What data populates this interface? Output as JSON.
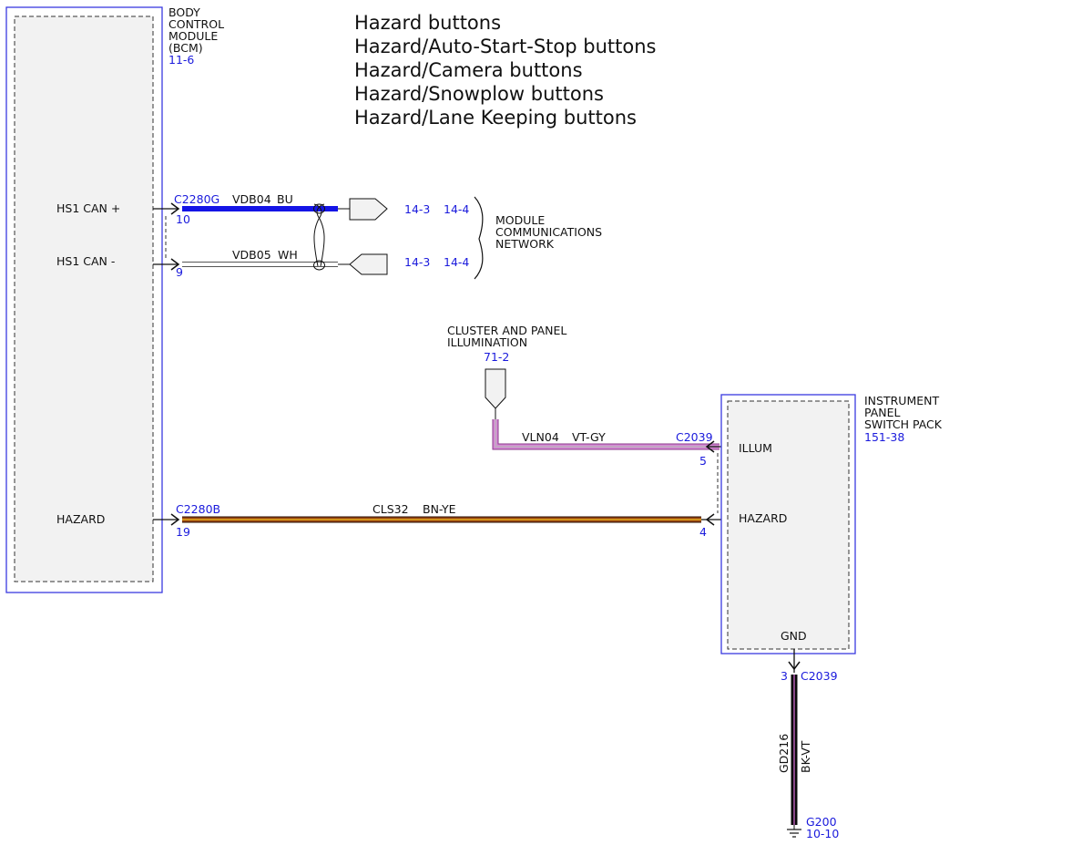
{
  "titles": [
    "Hazard buttons",
    "Hazard/Auto-Start-Stop buttons",
    "Hazard/Camera buttons",
    "Hazard/Snowplow buttons",
    "Hazard/Lane Keeping buttons"
  ],
  "bcm": {
    "name_lines": [
      "BODY",
      "CONTROL",
      "MODULE",
      "(BCM)"
    ],
    "ref": "11-6",
    "pins": {
      "can_plus": "HS1 CAN +",
      "can_minus": "HS1 CAN -",
      "hazard": "HAZARD"
    }
  },
  "connectors": {
    "c2280g": "C2280G",
    "c2280b": "C2280B",
    "c2039_illum": "C2039",
    "c2039_gnd": "C2039"
  },
  "pin_numbers": {
    "can_plus": "10",
    "can_minus": "9",
    "hazard_bcm": "19",
    "illum": "5",
    "hazard_ipsp": "4",
    "gnd": "3"
  },
  "wires": {
    "vdb04": {
      "circuit": "VDB04",
      "color_code": "BU",
      "color": "#1414e6"
    },
    "vdb05": {
      "circuit": "VDB05",
      "color_code": "WH",
      "color": "#ffffff"
    },
    "vln04": {
      "circuit": "VLN04",
      "color_code": "VT-GY",
      "color": "#cc66cc",
      "stripe": "#b0b0b0"
    },
    "cls32": {
      "circuit": "CLS32",
      "color_code": "BN-YE",
      "color": "#8b3a0f",
      "stripe": "#e6b800"
    },
    "gd216": {
      "circuit": "GD216",
      "color_code": "BK-VT",
      "color": "#111111",
      "stripe": "#cc66cc"
    }
  },
  "network": {
    "refs_plus": [
      "14-3",
      "14-4"
    ],
    "refs_minus": [
      "14-3",
      "14-4"
    ],
    "label_lines": [
      "MODULE",
      "COMMUNICATIONS",
      "NETWORK"
    ]
  },
  "illumination": {
    "label_lines": [
      "CLUSTER AND PANEL",
      "ILLUMINATION"
    ],
    "ref": "71-2"
  },
  "ipsp": {
    "name_lines": [
      "INSTRUMENT",
      "PANEL",
      "SWITCH PACK"
    ],
    "ref": "151-38",
    "pins": {
      "illum": "ILLUM",
      "hazard": "HAZARD",
      "gnd": "GND"
    }
  },
  "ground": {
    "name": "G200",
    "ref": "10-10"
  },
  "colors": {
    "module_border": "#3a3ae0",
    "module_fill": "#f2f2f2",
    "ref_text": "#1a1adc"
  }
}
